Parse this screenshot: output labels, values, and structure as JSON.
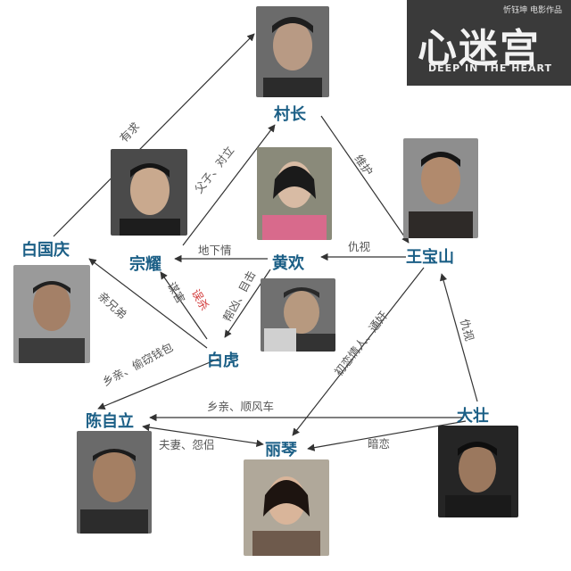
{
  "logo": {
    "byline": "忻钰坤 电影作品",
    "title": "心迷宫",
    "subtitle": "DEEP IN THE HEART"
  },
  "characters": {
    "cunzhang": "村长",
    "wangbaoshan": "王宝山",
    "baiguoqing": "白国庆",
    "zongyao": "宗耀",
    "huanghuan": "黄欢",
    "baihu": "白虎",
    "chenzili": "陈自立",
    "liqin": "丽琴",
    "dazhuang": "大壮"
  },
  "relations": {
    "youqiu": "有求",
    "fuzi": "父子、对立",
    "weihu": "维护",
    "dixiaqing": "地下情",
    "chouShi1": "仇视",
    "qinxiongdi": "亲兄弟",
    "moujian": "谋害",
    "wusha": "误杀",
    "baofeng": "帮凶、目击",
    "xiangqinTouqian": "乡亲、偷窃钱包",
    "chulian": "初恋情人、通奸",
    "chouShi2": "仇视",
    "xiangqinShunfeng": "乡亲、顺风车",
    "fuqi": "夫妻、怨侣",
    "anlian": "暗恋"
  },
  "colors": {
    "name": "#1b5f86",
    "label": "#555555",
    "accent_red": "#d23a3a",
    "line": "#333333"
  }
}
